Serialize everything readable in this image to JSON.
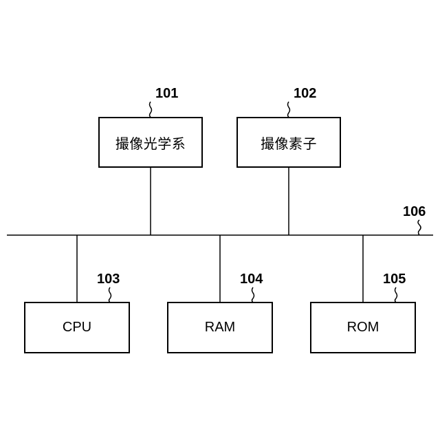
{
  "blocks": {
    "imaging_optics": {
      "label": "撮像光学系",
      "ref": "101"
    },
    "image_sensor": {
      "label": "撮像素子",
      "ref": "102"
    },
    "cpu": {
      "label": "CPU",
      "ref": "103"
    },
    "ram": {
      "label": "RAM",
      "ref": "104"
    },
    "rom": {
      "label": "ROM",
      "ref": "105"
    }
  },
  "bus": {
    "ref": "106"
  }
}
